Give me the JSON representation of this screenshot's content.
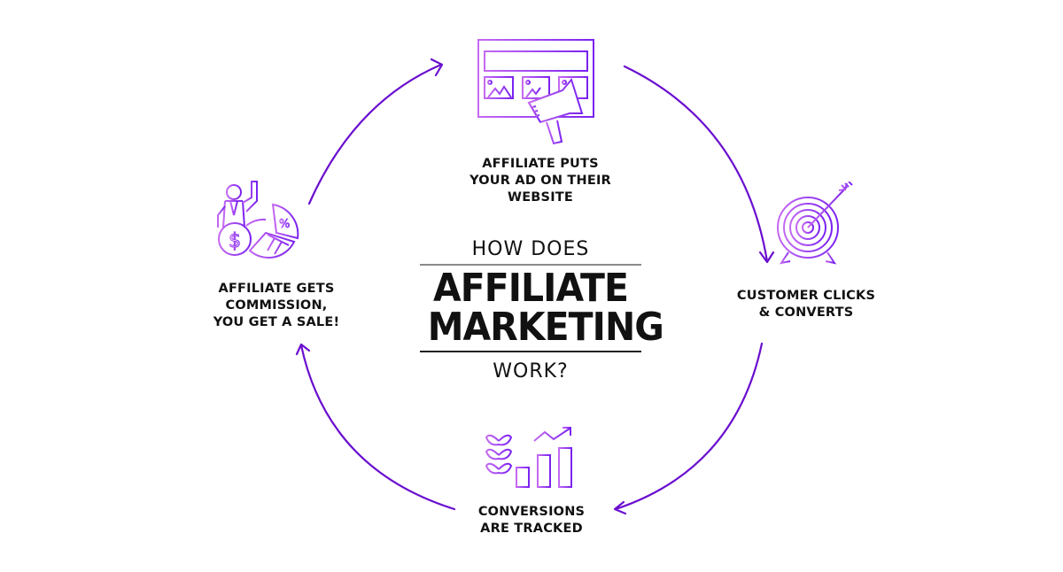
{
  "title": {
    "line1": "HOW DOES",
    "line2": "AFFILIATE",
    "line3": "MARKETING",
    "line4": "WORK?"
  },
  "steps": [
    {
      "id": "ad",
      "icon": "website-megaphone-icon",
      "lines": [
        "AFFILIATE PUTS",
        "YOUR AD ON THEIR",
        "WEBSITE"
      ]
    },
    {
      "id": "click",
      "icon": "target-arrow-icon",
      "lines": [
        "CUSTOMER CLICKS",
        "& CONVERTS"
      ]
    },
    {
      "id": "track",
      "icon": "growth-chart-icon",
      "lines": [
        "CONVERSIONS",
        "ARE TRACKED"
      ]
    },
    {
      "id": "commission",
      "icon": "commission-icon",
      "lines": [
        "AFFILIATE GETS",
        "COMMISSION,",
        "YOU GET A SALE!"
      ]
    }
  ],
  "colors": {
    "arrow": "#6a0fcf",
    "icon_light": "#c569f2",
    "icon_dark": "#7a22f0",
    "text": "#111111",
    "rule_top": "#8a8a8a"
  }
}
